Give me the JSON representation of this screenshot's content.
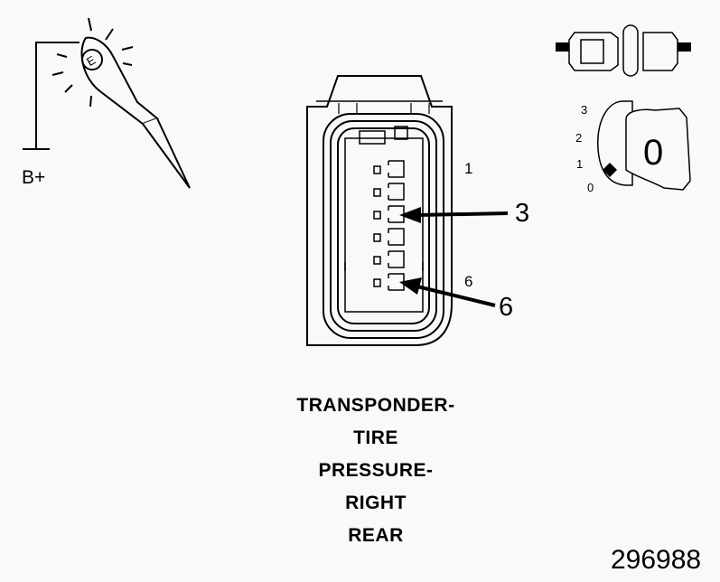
{
  "probe": {
    "b_plus_label": "B+",
    "icon": "test-light-probe-icon"
  },
  "ignition": {
    "switch_icon": "ignition-switch-icon",
    "key_icon": "ignition-key-icon",
    "positions": [
      "3",
      "2",
      "1",
      "0"
    ],
    "key_label": "0"
  },
  "connector": {
    "icon": "connector-face-icon",
    "pin_labels": {
      "first": "1",
      "last": "6"
    },
    "callouts": {
      "a": "3",
      "b": "6"
    }
  },
  "title_lines": [
    "TRANSPONDER-",
    "TIRE",
    "PRESSURE-",
    "RIGHT",
    "REAR"
  ],
  "figure_number": "296988"
}
